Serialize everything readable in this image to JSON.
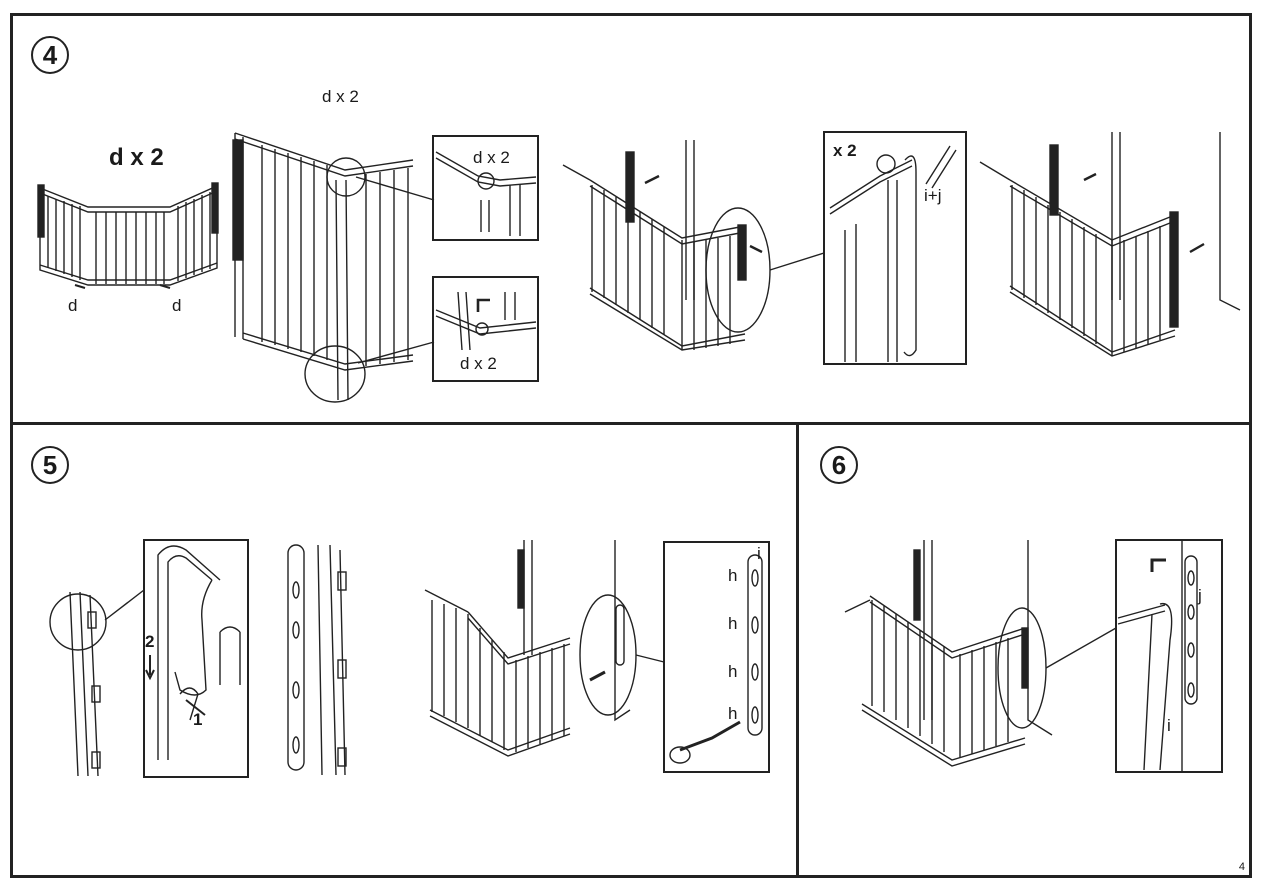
{
  "steps": {
    "four": {
      "number": "4"
    },
    "five": {
      "number": "5"
    },
    "six": {
      "number": "6"
    }
  },
  "labels": {
    "step4_qty_large": "d x 2",
    "step4_qty_top": "d x 2",
    "step4_d_left": "d",
    "step4_d_right": "d",
    "inset_top_qty": "d x 2",
    "inset_bottom_qty": "d x 2",
    "x2": "x 2",
    "ij": "i+j",
    "step5_num2": "2",
    "step5_num1": "1",
    "step5_i": "i",
    "step5_h1": "h",
    "step5_h2": "h",
    "step5_h3": "h",
    "step5_h4": "h",
    "step6_j": "j",
    "step6_i": "i"
  },
  "page_number": "4"
}
